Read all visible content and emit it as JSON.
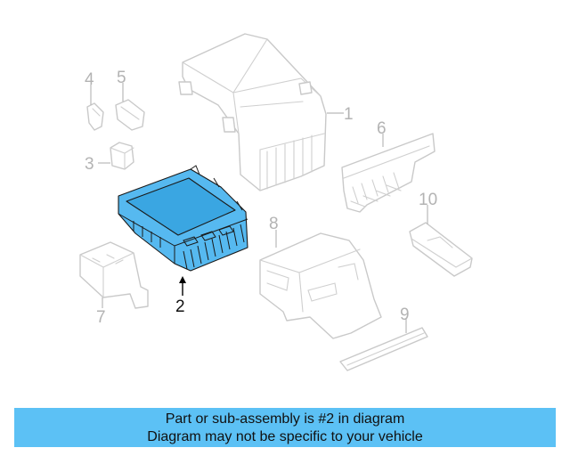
{
  "diagram": {
    "callouts": [
      "1",
      "2",
      "3",
      "4",
      "5",
      "6",
      "7",
      "8",
      "9",
      "10"
    ],
    "highlighted_callout": "2",
    "highlight_color": "#56b9f0"
  },
  "banner": {
    "line1": "Part or sub-assembly is #2 in diagram",
    "line2": "Diagram may not be specific to your vehicle",
    "background": "#5cc1f5"
  }
}
